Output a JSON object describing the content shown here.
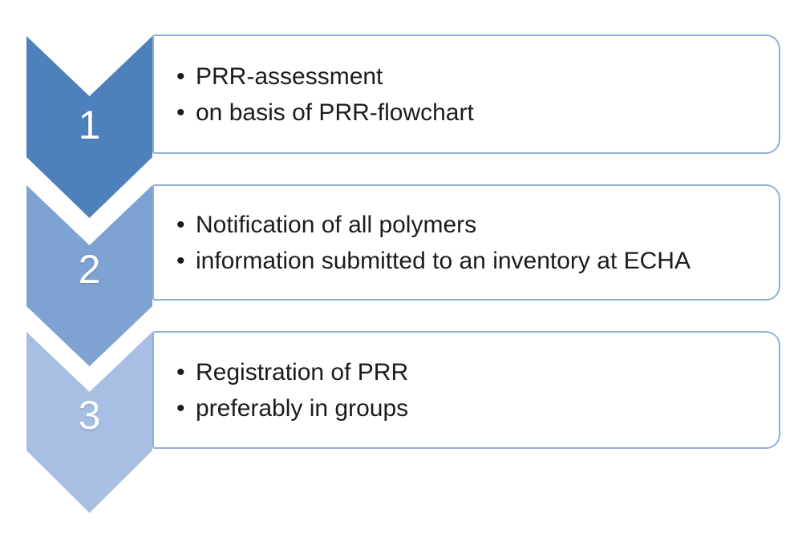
{
  "diagram": {
    "type": "vertical-chevron-list",
    "background_color": "#ffffff",
    "box_border_color": "#8fb0d8",
    "text_color": "#1c1c1c",
    "number_color": "#ffffff",
    "bullet_char": "•",
    "steps": [
      {
        "number": "1",
        "chevron_color": "#4e80bc",
        "bullets": [
          "PRR-assessment",
          "on basis of PRR-flowchart"
        ]
      },
      {
        "number": "2",
        "chevron_color": "#7ea3d3",
        "bullets": [
          "Notification of all polymers",
          "information submitted to an inventory at ECHA"
        ]
      },
      {
        "number": "3",
        "chevron_color": "#a7bfe2",
        "bullets": [
          "Registration of PRR",
          "preferably in groups"
        ]
      }
    ]
  }
}
